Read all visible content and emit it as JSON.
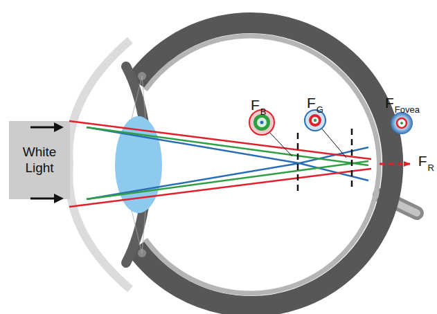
{
  "diagram": {
    "nodes": [
      {
        "text": [
          "White Light"
        ]
      }
    ],
    "labels": [
      "F",
      "B",
      "F",
      "G",
      "F",
      "Fovea",
      "F",
      "R"
    ]
  }
}
